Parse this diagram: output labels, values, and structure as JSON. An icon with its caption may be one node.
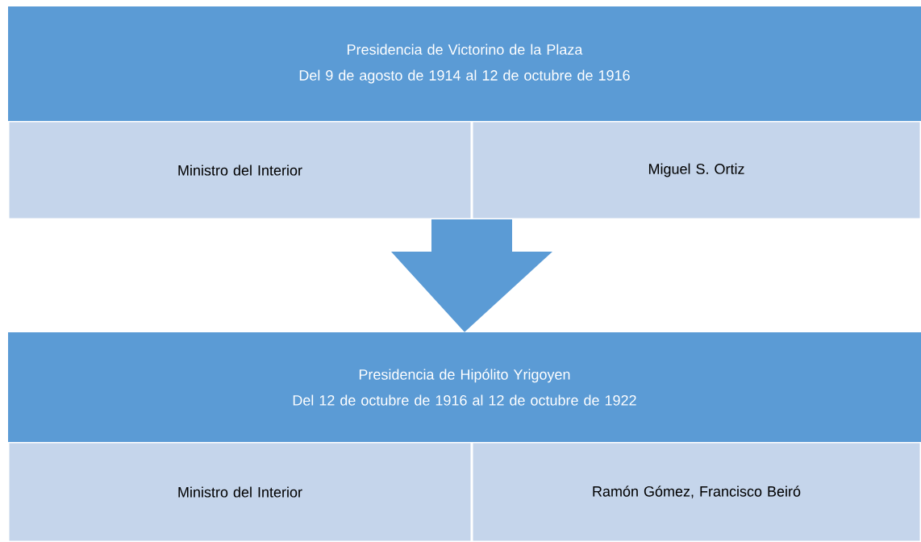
{
  "diagram": {
    "nodes": [
      {
        "text": [
          "Presidencia de Victorino de la Plaza",
          "Del 9 de agosto de 1914 al 12 de octubre de 1916"
        ]
      },
      {
        "text": [
          "Ministro del Interior"
        ]
      },
      {
        "text": [
          "Miguel S. Ortiz"
        ]
      },
      {
        "text": [
          "Presidencia de Hipólito Yrigoyen",
          "Del 12 de octubre de 1916 al 12 de octubre de 1922"
        ]
      },
      {
        "text": [
          "Ministro del Interior"
        ]
      },
      {
        "text": [
          "Ramón Gómez, Francisco Beiró"
        ]
      }
    ],
    "edges": [
      {
        "from": 1,
        "to": 3,
        "arrow": "to"
      }
    ]
  }
}
